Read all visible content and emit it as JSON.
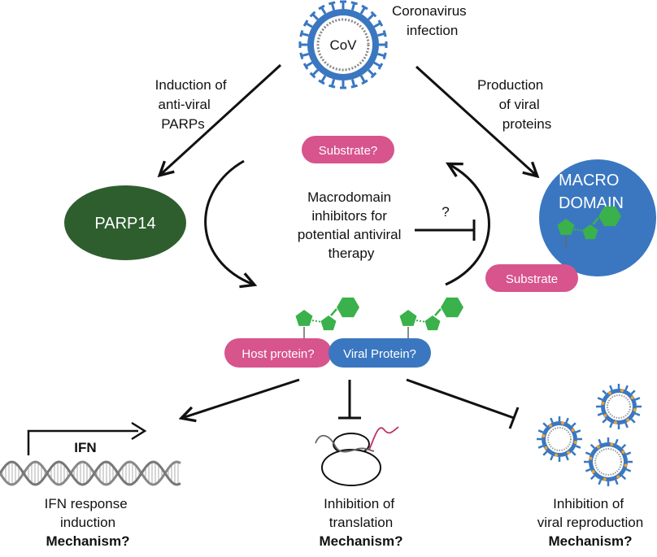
{
  "virus": {
    "label": "CoV"
  },
  "infection_label": [
    "Coronavirus",
    "infection"
  ],
  "induction_label": [
    "Induction of",
    "anti-viral",
    "PARPs"
  ],
  "production_label": [
    "Production",
    "of viral",
    "proteins"
  ],
  "parp14": {
    "label": "PARP14"
  },
  "macrodomain": {
    "lines": [
      "MACRO",
      "DOMAIN"
    ],
    "substrate_label": "Substrate"
  },
  "substrate_query": "Substrate?",
  "inhibitors_label": [
    "Macrodomain",
    "inhibitors for",
    "potential antiviral",
    "therapy"
  ],
  "question_mark": "?",
  "host_protein": "Host protein?",
  "viral_protein": "Viral Protein?",
  "ifn_gene_label": "IFN",
  "outcomes": [
    {
      "lines": [
        "IFN response",
        "induction"
      ],
      "mechanism": "Mechanism?"
    },
    {
      "lines": [
        "Inhibition of",
        "translation"
      ],
      "mechanism": "Mechanism?"
    },
    {
      "lines": [
        "Inhibition of",
        "viral reproduction"
      ],
      "mechanism": "Mechanism?"
    }
  ],
  "colors": {
    "parp14": "#2e5e2e",
    "macrodomain": "#3a77c0",
    "pink_pill": "#d7548d",
    "blue_pill": "#3a77c0",
    "adp_ribose": "#3ab14a",
    "virus_spike_blue": "#3a77c0",
    "virus_spike_orange": "#f0a030",
    "rna": "#c0306a"
  }
}
